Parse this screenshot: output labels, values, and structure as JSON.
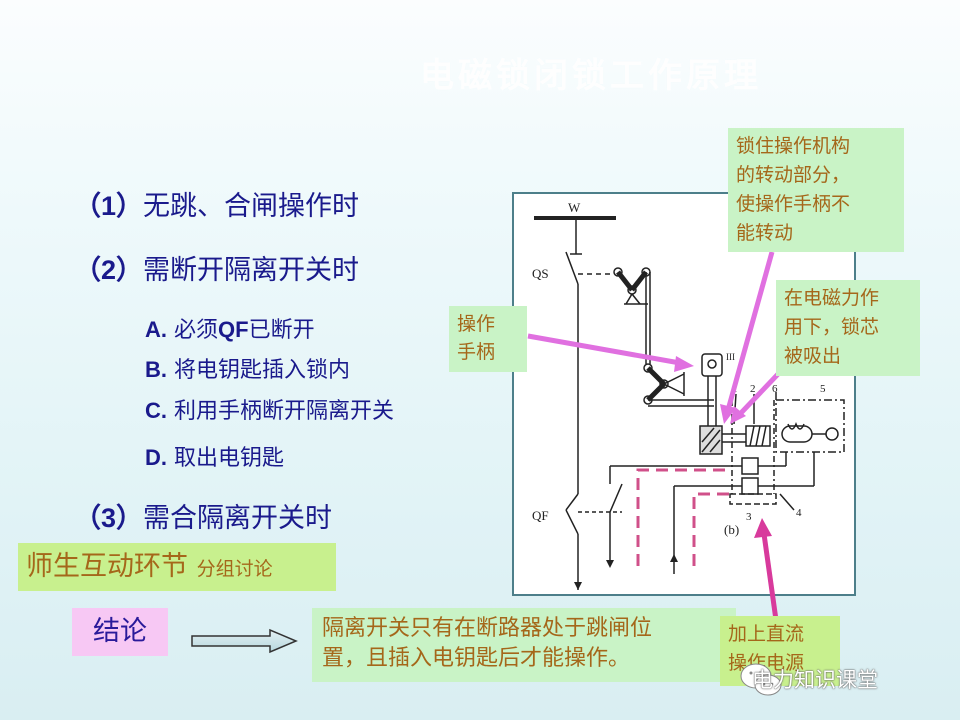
{
  "slide": {
    "title": "电磁锁闭锁工作原理",
    "items": [
      {
        "num": "（1）",
        "text": "无跳、合闸操作时"
      },
      {
        "num": "（2）",
        "text": "需断开隔离开关时"
      },
      {
        "num": "（3）",
        "text": "需合隔离开关时"
      }
    ],
    "steps": [
      {
        "letter": "A.",
        "pre": "必须",
        "code": "QF",
        "post": "已断开"
      },
      {
        "letter": "B.",
        "text": "将电钥匙插入锁内"
      },
      {
        "letter": "C.",
        "text": "利用手柄断开隔离开关"
      },
      {
        "letter": "D.",
        "text": "取出电钥匙"
      }
    ],
    "interaction": {
      "main": "师生互动环节",
      "small": "分组讨论"
    },
    "conclusion": {
      "label": "结论",
      "line1": "隔离开关只有在断路器处于跳闸位",
      "line2": "置，且插入电钥匙后才能操作。"
    }
  },
  "callouts": {
    "handle": {
      "line1": "操作",
      "line2": "手柄"
    },
    "lock_mechanism": {
      "line1": "锁住操作机构",
      "line2": "的转动部分，",
      "line3": "使操作手柄不",
      "line4": "能转动"
    },
    "electromagnet": {
      "line1": "在电磁力作",
      "line2": "用下，锁芯",
      "line3": "被吸出"
    },
    "dc_power": {
      "line1": "加上直流",
      "line2": "操作电源"
    }
  },
  "diagram": {
    "labels": {
      "bus": "W",
      "disconnector": "QS",
      "breaker": "QF",
      "figure": "(b)",
      "part_1": "1",
      "part_2": "2",
      "part_3": "3",
      "part_4": "4",
      "part_5": "5",
      "part_6": "6",
      "part_handle": "III"
    }
  },
  "colors": {
    "text_blue": "#1a1a8c",
    "callout_bg": "#c9f3c6",
    "callout_text": "#a5671a",
    "arrow_magenta": "#e070e0",
    "dash_pink": "#d0508a",
    "frame": "#4d7f8a"
  },
  "watermark": "电力知识课堂"
}
